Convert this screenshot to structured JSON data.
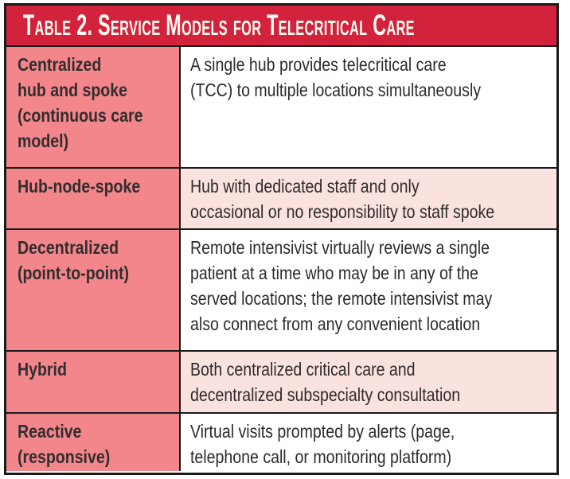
{
  "colors": {
    "header_bg": "#d2223c",
    "header_text": "#fffdf2",
    "term_column_bg": "#f2868b",
    "alt_row_bg": "#fae3df",
    "row_bg": "#ffffff",
    "border": "#1a1a1a",
    "body_text": "#2e2a2b"
  },
  "table": {
    "title": "Table 2. Service Models for Telecritical Care",
    "rows": [
      {
        "term": "Centralized\nhub and spoke\n(continuous care\nmodel)",
        "description": "A single hub provides telecritical care\n(TCC) to multiple locations simultaneously"
      },
      {
        "term": "Hub-node-spoke",
        "description": "Hub with dedicated staff and only\noccasional or no responsibility to staff spoke"
      },
      {
        "term": "Decentralized\n(point-to-point)",
        "description": "Remote intensivist virtually reviews a single\npatient at a time who may be in any of the\nserved locations; the remote intensivist may\nalso connect from any convenient location"
      },
      {
        "term": "Hybrid",
        "description": "Both centralized critical care and\ndecentralized subspecialty consultation"
      },
      {
        "term": "Reactive\n(responsive)",
        "description": "Virtual visits prompted by alerts (page,\ntelephone call, or monitoring platform)"
      }
    ]
  }
}
